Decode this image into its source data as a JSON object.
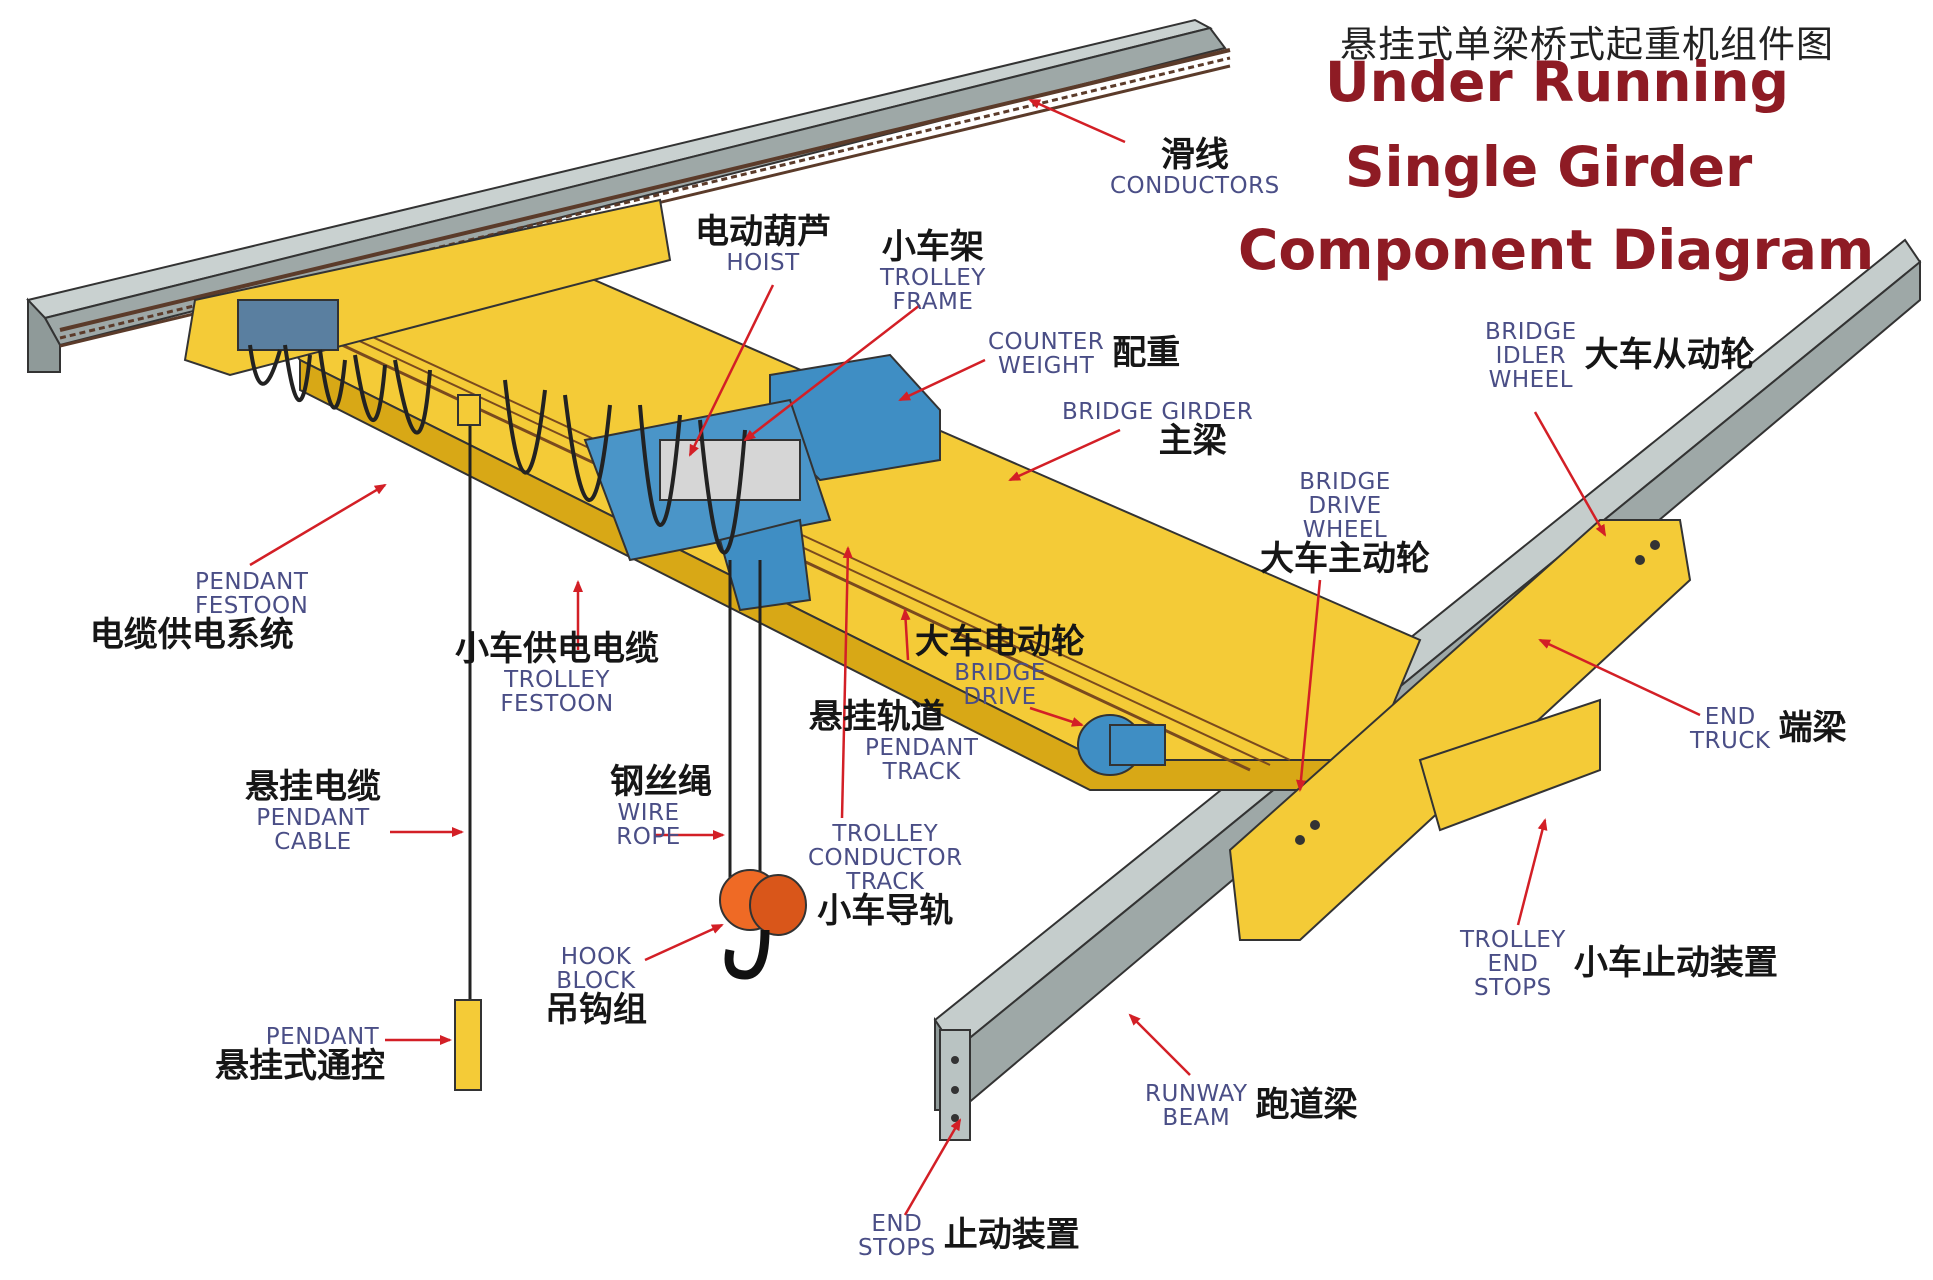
{
  "title": {
    "cn": "悬挂式单梁桥式起重机组件图",
    "en_line1": "Under Running",
    "en_line2": "Single Girder",
    "en_line3": "Component Diagram"
  },
  "colors": {
    "girder": "#f4cb37",
    "girder_dark": "#d8a816",
    "beam": "#b9c3c2",
    "beam_dark": "#8f9a99",
    "motor": "#3f8ec4",
    "hook": "#ef6a25",
    "arrow": "#d31f26",
    "title_red": "#8e1b24",
    "label_blue": "#4a4e86"
  },
  "labels": {
    "conductors": {
      "cn": "滑线",
      "en": "CONDUCTORS"
    },
    "hoist": {
      "cn": "电动葫芦",
      "en": "HOIST"
    },
    "trolley_frame": {
      "cn": "小车架",
      "en1": "TROLLEY",
      "en2": "FRAME"
    },
    "counter_weight": {
      "cn": "配重",
      "en1": "COUNTER",
      "en2": "WEIGHT"
    },
    "bridge_girder": {
      "cn": "主梁",
      "en": "BRIDGE GIRDER"
    },
    "bridge_idler_wheel": {
      "cn": "大车从动轮",
      "en1": "BRIDGE",
      "en2": "IDLER",
      "en3": "WHEEL"
    },
    "bridge_drive_wheel": {
      "cn": "大车主动轮",
      "en1": "BRIDGE",
      "en2": "DRIVE",
      "en3": "WHEEL"
    },
    "pendant_festoon": {
      "cn": "电缆供电系统",
      "en1": "PENDANT",
      "en2": "FESTOON"
    },
    "trolley_festoon": {
      "cn": "小车供电电缆",
      "en1": "TROLLEY",
      "en2": "FESTOON"
    },
    "bridge_drive": {
      "cn": "大车电动轮",
      "en1": "BRIDGE",
      "en2": "DRIVE"
    },
    "pendant_track": {
      "cn": "悬挂轨道",
      "en1": "PENDANT",
      "en2": "TRACK"
    },
    "end_truck": {
      "cn": "端梁",
      "en1": "END",
      "en2": "TRUCK"
    },
    "pendant_cable": {
      "cn": "悬挂电缆",
      "en1": "PENDANT",
      "en2": "CABLE"
    },
    "wire_rope": {
      "cn": "钢丝绳",
      "en1": "WIRE",
      "en2": "ROPE"
    },
    "trolley_conductor_track": {
      "cn": "小车导轨",
      "en1": "TROLLEY",
      "en2": "CONDUCTOR",
      "en3": "TRACK"
    },
    "hook_block": {
      "cn": "吊钩组",
      "en1": "HOOK",
      "en2": "BLOCK"
    },
    "trolley_end_stops": {
      "cn": "小车止动装置",
      "en1": "TROLLEY",
      "en2": "END",
      "en3": "STOPS"
    },
    "pendant": {
      "cn": "悬挂式通控",
      "en": "PENDANT"
    },
    "runway_beam": {
      "cn": "跑道梁",
      "en1": "RUNWAY",
      "en2": "BEAM"
    },
    "end_stops": {
      "cn": "止动装置",
      "en1": "END",
      "en2": "STOPS"
    }
  }
}
